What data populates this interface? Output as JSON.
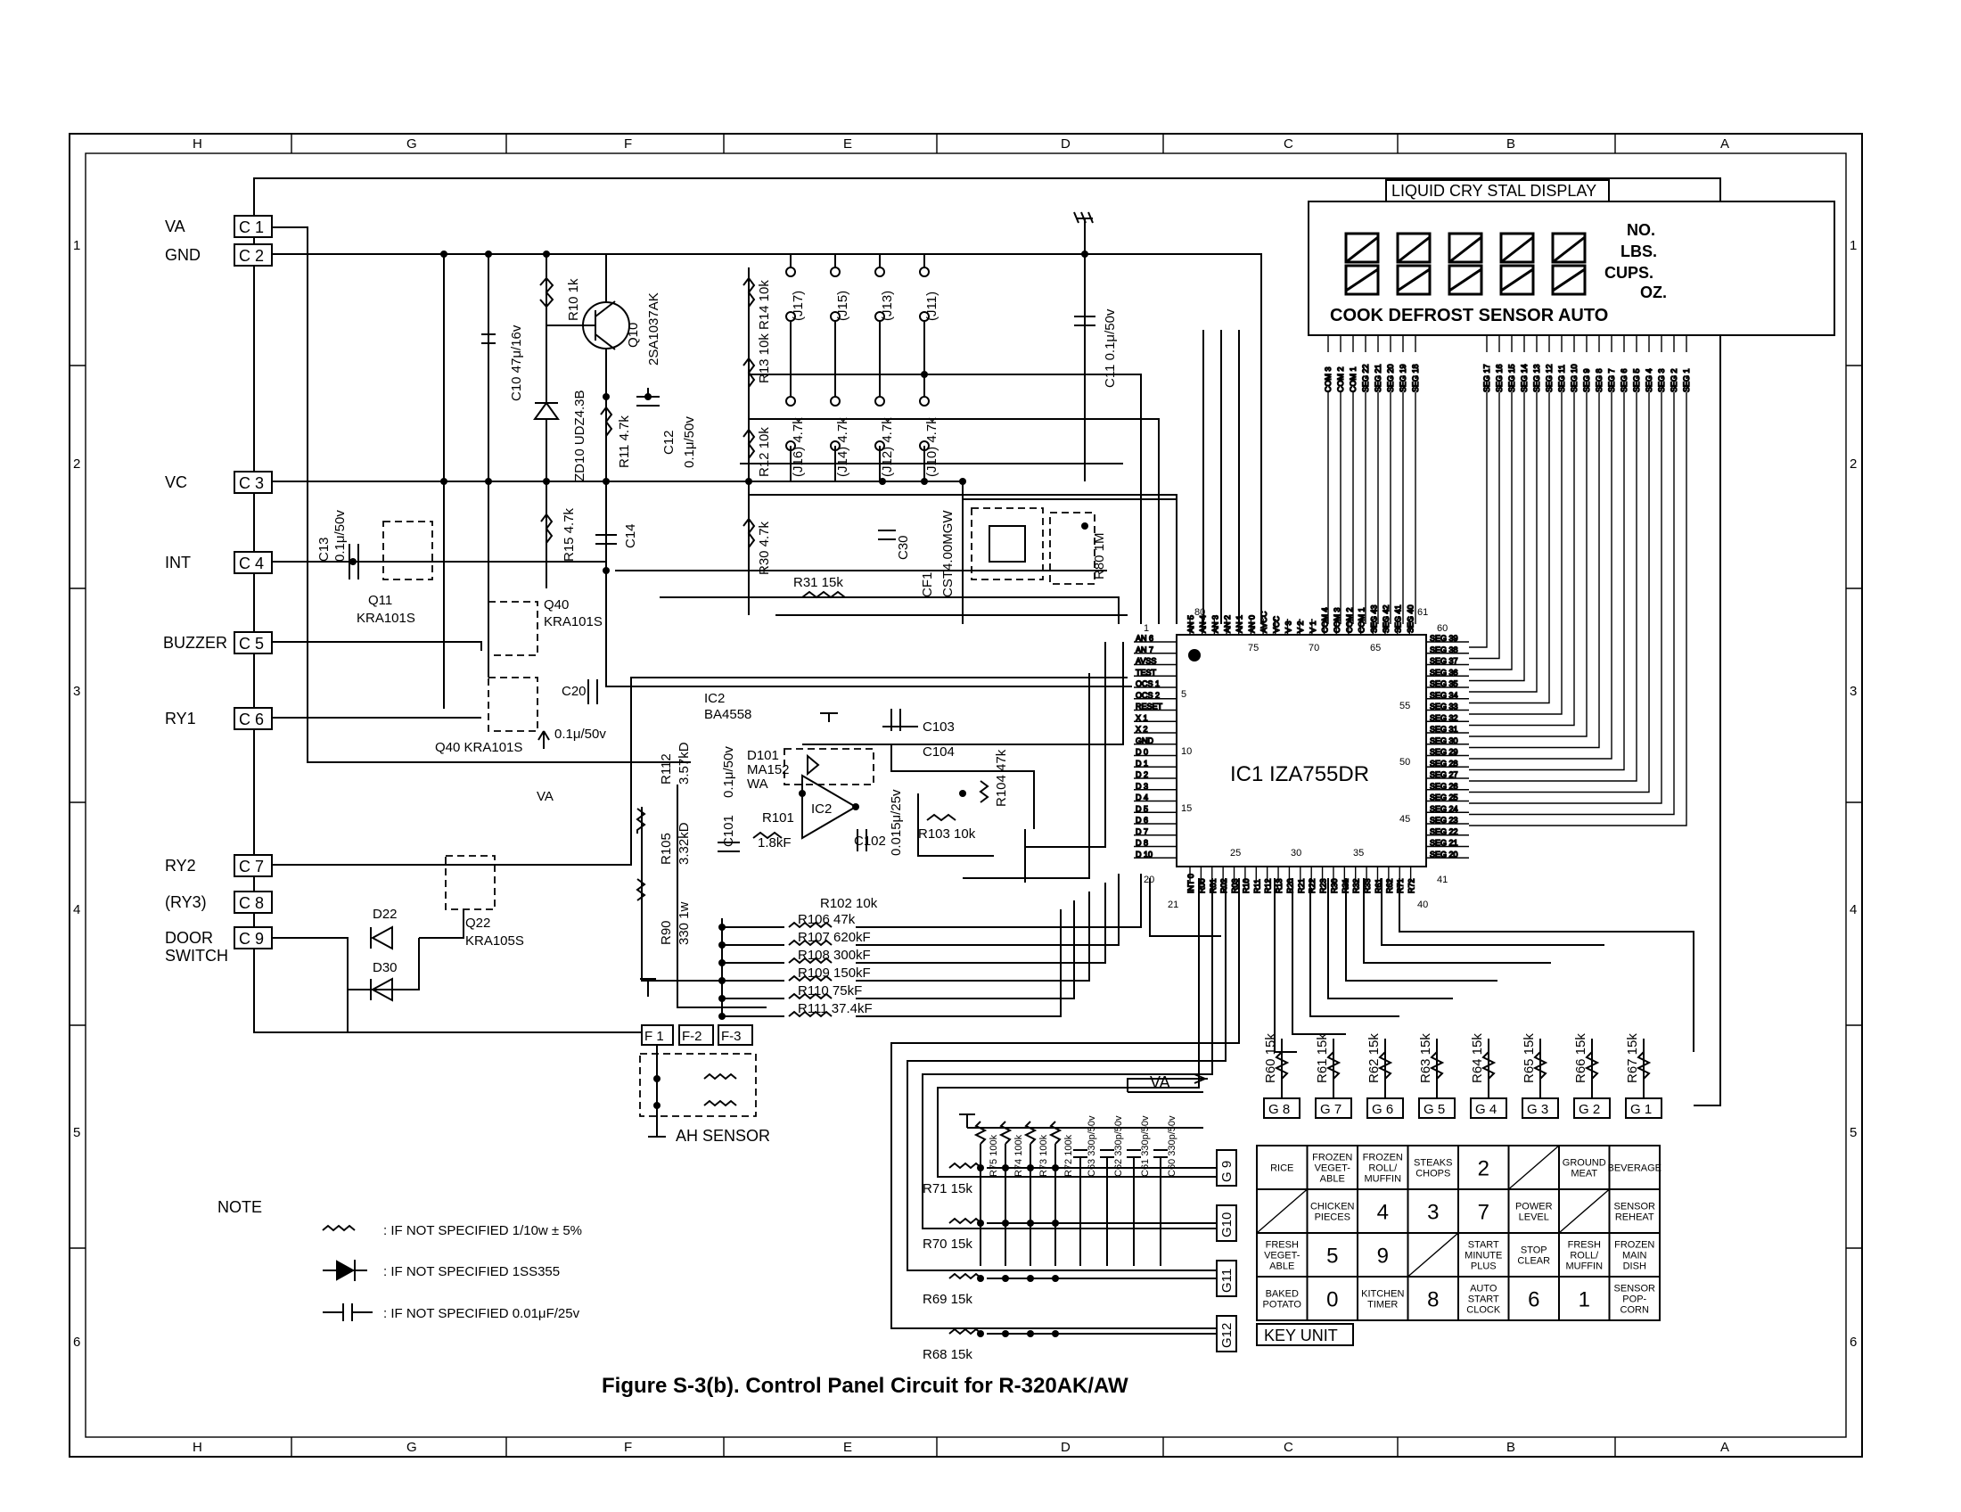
{
  "frame": {
    "cols_top": [
      "H",
      "G",
      "F",
      "E",
      "D",
      "C",
      "B",
      "A"
    ],
    "cols_bottom": [
      "H",
      "G",
      "F",
      "E",
      "D",
      "C",
      "B",
      "A"
    ],
    "rows_left": [
      "1",
      "2",
      "3",
      "4",
      "5",
      "6"
    ],
    "rows_right": [
      "1",
      "2",
      "3",
      "4",
      "5",
      "6"
    ]
  },
  "connector_c": {
    "pins": [
      {
        "pin": "C 1",
        "signal": "VA"
      },
      {
        "pin": "C 2",
        "signal": "GND"
      },
      {
        "pin": "C 3",
        "signal": "VC"
      },
      {
        "pin": "C 4",
        "signal": "INT"
      },
      {
        "pin": "C 5",
        "signal": "BUZZER"
      },
      {
        "pin": "C 6",
        "signal": "RY1"
      },
      {
        "pin": "C 7",
        "signal": "RY2"
      },
      {
        "pin": "C 8",
        "signal": "(RY3)"
      },
      {
        "pin": "C 9",
        "signal": "DOOR"
      }
    ],
    "door_line2": "SWITCH"
  },
  "top_parts": {
    "c10": "C10 47μ/16v",
    "zd10": "ZD10 UDZ4.3B",
    "r10": "R10 1k",
    "q10": "Q10",
    "q10_type": "2SA1037AK",
    "r11": "R11 4.7k",
    "c12": "C12",
    "c12_val": "0.1μ/50v",
    "r15": "R15 4.7k",
    "c14": "C14",
    "r14": "R14 10k",
    "r13": "R13 10k",
    "r12": "R12 10k",
    "r30": "R30 4.7k",
    "r31": "R31 15k",
    "c30": "C30",
    "j17": "(J17)",
    "j15": "(J15)",
    "j13": "(J13)",
    "j11": "(J11)",
    "j16": "(J16) 4.7k",
    "j14": "(J14) 4.7k",
    "j12": "(J12) 4.7k",
    "j10": "(J10) 4.7k",
    "c11": "C11 0.1μ/50v",
    "cf1": "CF1",
    "cf1_val": "CST4.00MGW",
    "r80": "R80 1M"
  },
  "transistors": {
    "c13": "C13",
    "c13_val": "0.1μ/50v",
    "q11": "Q11",
    "q11_type": "KRA101S",
    "q40a": "Q40",
    "q40a_type": "KRA101S",
    "q40b": "Q40 KRA101S",
    "c20": "C20",
    "c20_val": "0.1μ/50v",
    "va_arrow": "VA",
    "q22": "Q22",
    "q22_type": "KRA105S",
    "d22": "D22",
    "d30": "D30"
  },
  "opamp": {
    "ic2": "IC2",
    "ic2_type": "BA4558",
    "ic2_sym": "IC2",
    "r112": "R112",
    "r112_val": "3.57kD",
    "r105": "R105",
    "r105_val": "3.32kD",
    "r90": "R90",
    "r90_val": "330 1w",
    "c101": "C101",
    "c101_val": "0.1μ/50v",
    "d101": "D101",
    "d101_type": "MA152",
    "d101_suffix": "WA",
    "r101": "R101",
    "r101_val": "1.8kF",
    "c102": "C102",
    "c102_val": "0.015μ/25v",
    "c103": "C103",
    "c104": "C104",
    "r104": "R104 47k",
    "r103": "R103 10k",
    "r102": "R102 10k",
    "ladder": [
      "R106 47k",
      "R107 620kF",
      "R108 300kF",
      "R109 150kF",
      "R110 75kF",
      "R111 37.4kF"
    ]
  },
  "ah_sensor": {
    "pins": [
      "F 1",
      "F-2",
      "F-3"
    ],
    "label": "AH SENSOR"
  },
  "ic1": {
    "label": "IC1  IZA755DR",
    "top_pins": [
      "AN 5",
      "AN 4",
      "AN 3",
      "AN 2",
      "AN 1",
      "AN 0",
      "AVCC",
      "VCC",
      "V 3",
      "V 2",
      "V 1",
      "COM 4",
      "COM 3",
      "COM 2",
      "COM 1",
      "SEG 43",
      "SEG 42",
      "SEG 41",
      "SEG 40"
    ],
    "left_pins": [
      "AN 6",
      "AN 7",
      "AVSS",
      "TEST",
      "OCS 1",
      "OCS 2",
      "RESET",
      "X 1",
      "X 2",
      "GND",
      "D 0",
      "D 1",
      "D 2",
      "D 3",
      "D 4",
      "D 5",
      "D 6",
      "D 7",
      "D 8",
      "D 10"
    ],
    "right_pins": [
      "SEG 39",
      "SEG 38",
      "SEG 37",
      "SEG 36",
      "SEG 35",
      "SEG 34",
      "SEG 33",
      "SEG 32",
      "SEG 31",
      "SEG 30",
      "SEG 29",
      "SEG 28",
      "SEG 27",
      "SEG 26",
      "SEG 25",
      "SEG 24",
      "SEG 23",
      "SEG 22",
      "SEG 21",
      "SEG 20"
    ],
    "bottom_pins": [
      "INT 0",
      "R00",
      "R01",
      "R02",
      "R03",
      "R10",
      "R11",
      "R12",
      "R13",
      "R20",
      "R21",
      "R22",
      "R23",
      "R30",
      "R31",
      "R32",
      "R33",
      "R61",
      "R62",
      "R71",
      "R72"
    ],
    "pin_numbers": [
      "1",
      "80",
      "75",
      "70",
      "65",
      "61",
      "60",
      "55",
      "50",
      "45",
      "41",
      "40",
      "35",
      "30",
      "25",
      "21",
      "20",
      "15",
      "10",
      "5"
    ]
  },
  "lcd": {
    "title": "LIQUID CRY STAL DISPLAY",
    "units": [
      "NO.",
      "LBS.",
      "CUPS.",
      "OZ."
    ],
    "modes": "COOK DEFROST SENSOR AUTO",
    "com_pins": [
      "COM 3",
      "COM 2",
      "COM 1",
      "SEG 22",
      "SEG 21",
      "SEG 20",
      "SEG 19",
      "SEG 18"
    ],
    "seg_pins": [
      "SEG 17",
      "SEG 16",
      "SEG 15",
      "SEG 14",
      "SEG 13",
      "SEG 12",
      "SEG 11",
      "SEG 10",
      "SEG 9",
      "SEG 8",
      "SEG 7",
      "SEG 6",
      "SEG 5",
      "SEG 4",
      "SEG 3",
      "SEG 2",
      "SEG 1"
    ]
  },
  "key_drive": {
    "resistors": [
      "R60 15k",
      "R61 15k",
      "R62 15k",
      "R63 15k",
      "R64 15k",
      "R65 15k",
      "R66 15k",
      "R67 15k"
    ],
    "g_pins": [
      "G 8",
      "G 7",
      "G 6",
      "G 5",
      "G 4",
      "G 3",
      "G 2",
      "G 1"
    ],
    "row_pins": [
      "G 9",
      "G10",
      "G11",
      "G12"
    ],
    "row_resistors": [
      "R71 15k",
      "R70 15k",
      "R69 15k",
      "R68 15k"
    ],
    "pullups": [
      "R75 100k",
      "R74 100k",
      "R73 100k",
      "R72 100k"
    ],
    "caps": [
      "C63 330p/50v",
      "C62 330p/50v",
      "C61 330p/50v",
      "C60 330p/50v"
    ],
    "va": "VA"
  },
  "key_unit": {
    "label": "KEY UNIT",
    "rows": [
      [
        "RICE",
        "FROZEN VEGET- ABLE",
        "FROZEN ROLL/ MUFFIN",
        "STEAKS CHOPS",
        "2",
        "/",
        "GROUND MEAT",
        "BEVERAGE"
      ],
      [
        "/",
        "CHICKEN PIECES",
        "4",
        "3",
        "7",
        "POWER LEVEL",
        "/",
        "SENSOR REHEAT"
      ],
      [
        "FRESH VEGET- ABLE",
        "5",
        "9",
        "/",
        "START MINUTE PLUS",
        "STOP CLEAR",
        "FRESH ROLL/ MUFFIN",
        "FROZEN MAIN DISH"
      ],
      [
        "BAKED POTATO",
        "0",
        "KITCHEN TIMER",
        "8",
        "AUTO START CLOCK",
        "6",
        "1",
        "SENSOR POP- CORN"
      ]
    ]
  },
  "notes": {
    "title": "NOTE",
    "items": [
      ": IF NOT SPECIFIED 1/10w ± 5%",
      ": IF NOT SPECIFIED 1SS355",
      ": IF NOT SPECIFIED 0.01μF/25v"
    ]
  },
  "caption": "Figure S-3(b). Control Panel Circuit for  R-320AK/AW"
}
